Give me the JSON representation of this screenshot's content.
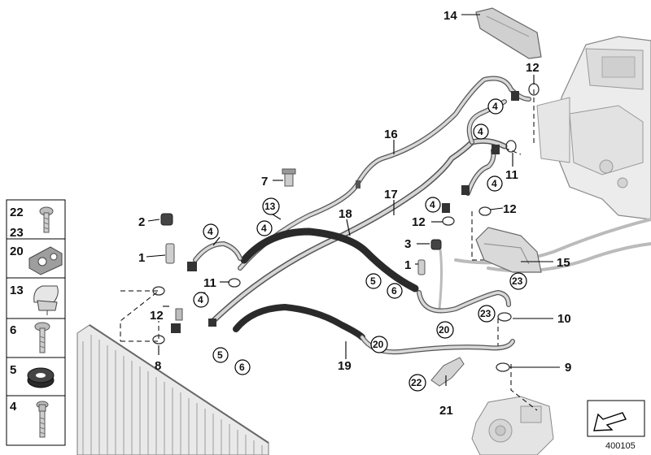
{
  "diagram": {
    "diagram_number": "400105",
    "part_labels": {
      "p14": "14",
      "p12a": "12",
      "p16": "16",
      "p11a": "11",
      "p7": "7",
      "p17": "17",
      "p12b": "12",
      "p12c": "12",
      "p18": "18",
      "p3": "3",
      "p2": "2",
      "p1a": "1",
      "p1b": "1",
      "p15": "15",
      "p11b": "11",
      "p12d": "12",
      "p10": "10",
      "p8": "8",
      "p19": "19",
      "p9": "9",
      "p21": "21"
    },
    "circled_labels": {
      "c4a": "4",
      "c4b": "4",
      "c4c": "4",
      "c4d": "4",
      "c4e": "4",
      "c4f": "4",
      "c4g": "4",
      "c13": "13",
      "c5a": "5",
      "c6a": "6",
      "c5b": "5",
      "c6b": "6",
      "c23a": "23",
      "c23b": "23",
      "c20a": "20",
      "c20b": "20",
      "c22": "22"
    },
    "legend": [
      {
        "top": "22",
        "bottom": "23",
        "icon": "torx-bolt-icon"
      },
      {
        "top": "20",
        "bottom": "",
        "icon": "double-clip-icon"
      },
      {
        "top": "13",
        "bottom": "",
        "icon": "pipe-clamp-icon"
      },
      {
        "top": "6",
        "bottom": "",
        "icon": "flange-bolt-icon"
      },
      {
        "top": "5",
        "bottom": "",
        "icon": "rubber-grommet-icon"
      },
      {
        "top": "4",
        "bottom": "",
        "icon": "torx-screw-icon"
      }
    ]
  }
}
